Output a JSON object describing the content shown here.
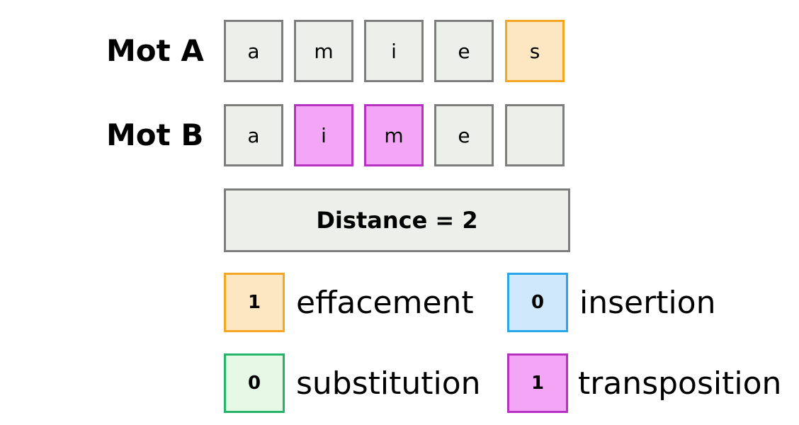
{
  "word_a": {
    "label": "Mot A",
    "letters": [
      "a",
      "m",
      "i",
      "e",
      "s"
    ]
  },
  "word_b": {
    "label": "Mot B",
    "letters": [
      "a",
      "i",
      "m",
      "e",
      ""
    ]
  },
  "distance": {
    "text": "Distance = 2"
  },
  "legend": {
    "deletion": {
      "count": "1",
      "label": "effacement",
      "border": "#f5a623",
      "fill": "#fde6c2"
    },
    "insertion": {
      "count": "0",
      "label": "insertion",
      "border": "#2aa6ea",
      "fill": "#cfe8fb"
    },
    "substitution": {
      "count": "0",
      "label": "substitution",
      "border": "#24b46a",
      "fill": "#e6f9e7"
    },
    "transposition": {
      "count": "1",
      "label": "transposition",
      "border": "#b832c1",
      "fill": "#f3a6f6"
    }
  },
  "colors": {
    "neutral_border": "#7d7d7d",
    "neutral_fill": "#ecefea"
  }
}
